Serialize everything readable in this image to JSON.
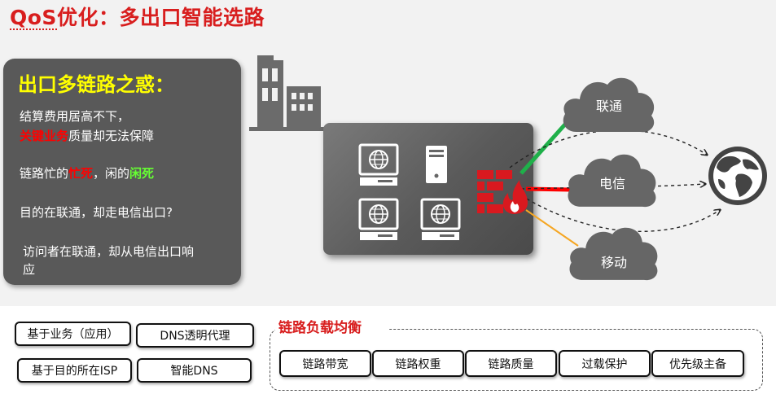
{
  "title": {
    "part1": "QoS",
    "part2": "优化：多出口智能选路"
  },
  "problem_panel": {
    "heading": "出口多链路之惑：",
    "line1": "结算费用居高不下，",
    "line2_red": "关键业务",
    "line2_rest": "质量却无法保障",
    "line3_a": "链路忙的",
    "line3_red": "忙死",
    "line3_b": "，闲的",
    "line3_green": "闲死",
    "line4": "目的在联通，却走电信出口?",
    "line5": "访问者在联通，却从电信出口响",
    "line5_cont": "应"
  },
  "isps": [
    {
      "name": "联通",
      "link_color": "#1fb04a"
    },
    {
      "name": "电信",
      "link_color": "#ff0000"
    },
    {
      "name": "移动",
      "link_color": "#f5a623"
    }
  ],
  "colors": {
    "title_red": "#d81e1e",
    "panel_gray": "#595959",
    "highlight_yellow": "#ffff00",
    "firewall_red": "#d9191f"
  },
  "icons": [
    "building-icon",
    "server-monitor-icon",
    "server-tower-icon",
    "firewall-icon",
    "cloud-icon",
    "globe-icon"
  ],
  "strategies": {
    "items": [
      "基于业务（应用）",
      "DNS透明代理",
      "基于目的所在ISP",
      "智能DNS"
    ]
  },
  "load_balancing": {
    "title": "链路负载均衡",
    "items": [
      "链路带宽",
      "链路权重",
      "链路质量",
      "过载保护",
      "优先级主备"
    ]
  }
}
